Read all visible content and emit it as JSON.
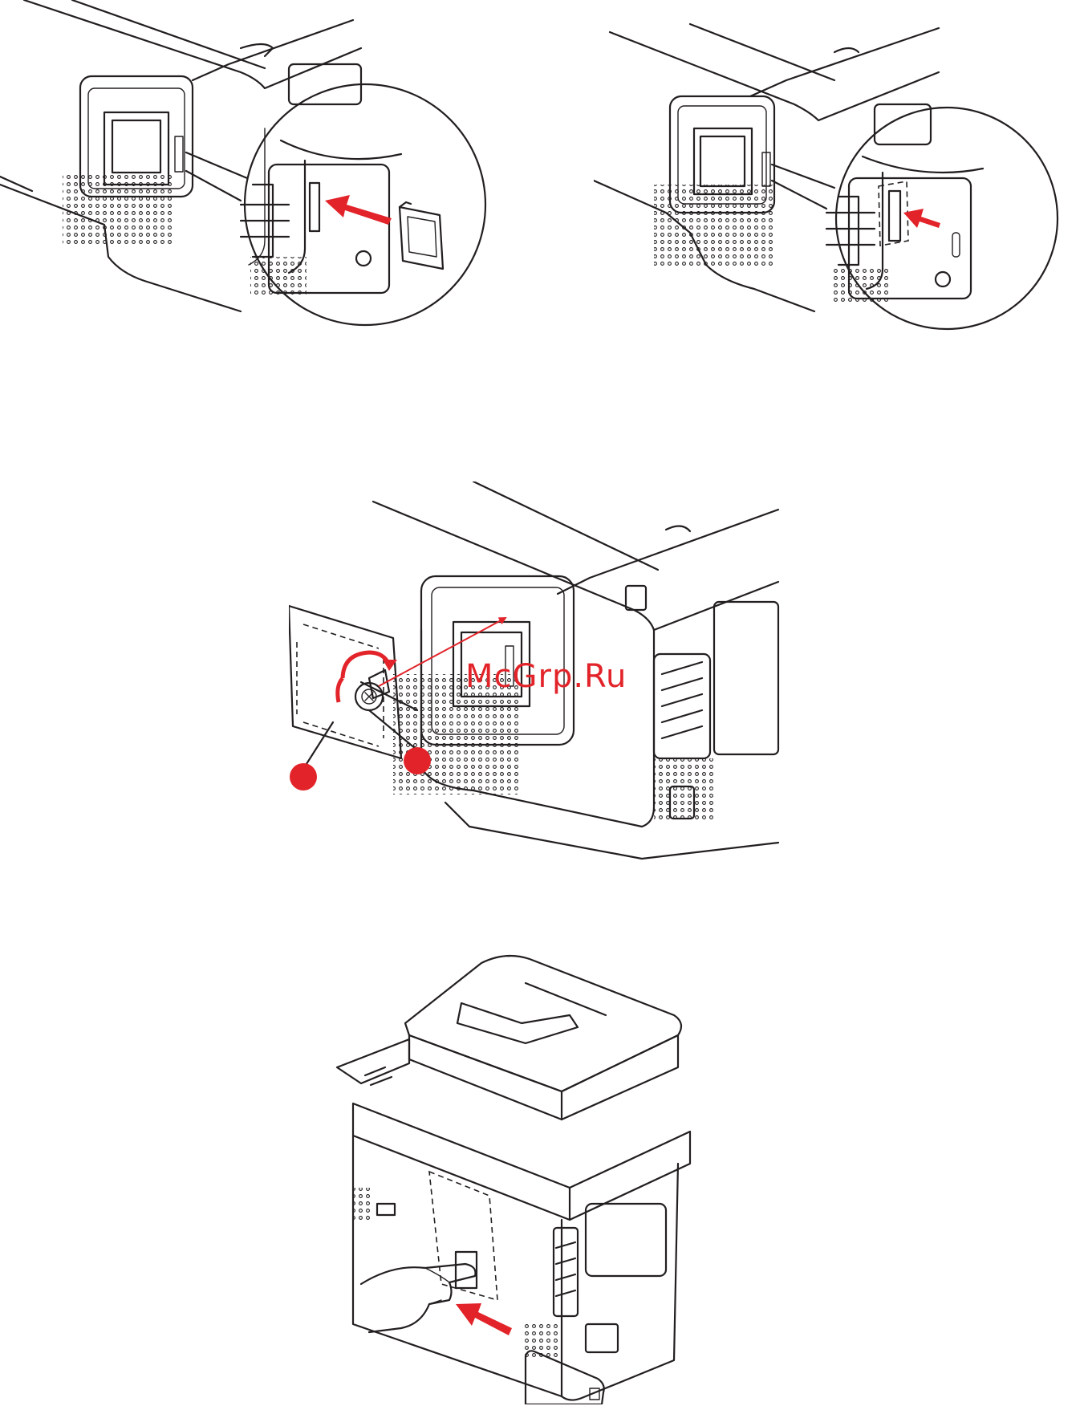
{
  "watermark": {
    "text": "McGrp.Ru"
  },
  "colors": {
    "line": "#231f20",
    "accent": "#e2242a",
    "card": "#a7a9ac",
    "background": "#ffffff"
  },
  "panels": [
    {
      "name": "insert-sd-card",
      "icons": [
        "printer-side-icon",
        "magnifier-circle-icon",
        "sd-card-icon",
        "arrow-icon"
      ]
    },
    {
      "name": "sd-card-inserted",
      "icons": [
        "printer-side-icon",
        "magnifier-circle-icon",
        "arrow-icon"
      ]
    },
    {
      "name": "remove-cover-screw",
      "icons": [
        "printer-side-icon",
        "cover-plate-icon",
        "thumbscrew-icon",
        "rotate-arrow-icon",
        "callout-dot-icon"
      ]
    },
    {
      "name": "refit-cover",
      "icons": [
        "printer-mfp-icon",
        "hand-icon",
        "cover-plate-icon",
        "arrow-icon"
      ]
    }
  ]
}
